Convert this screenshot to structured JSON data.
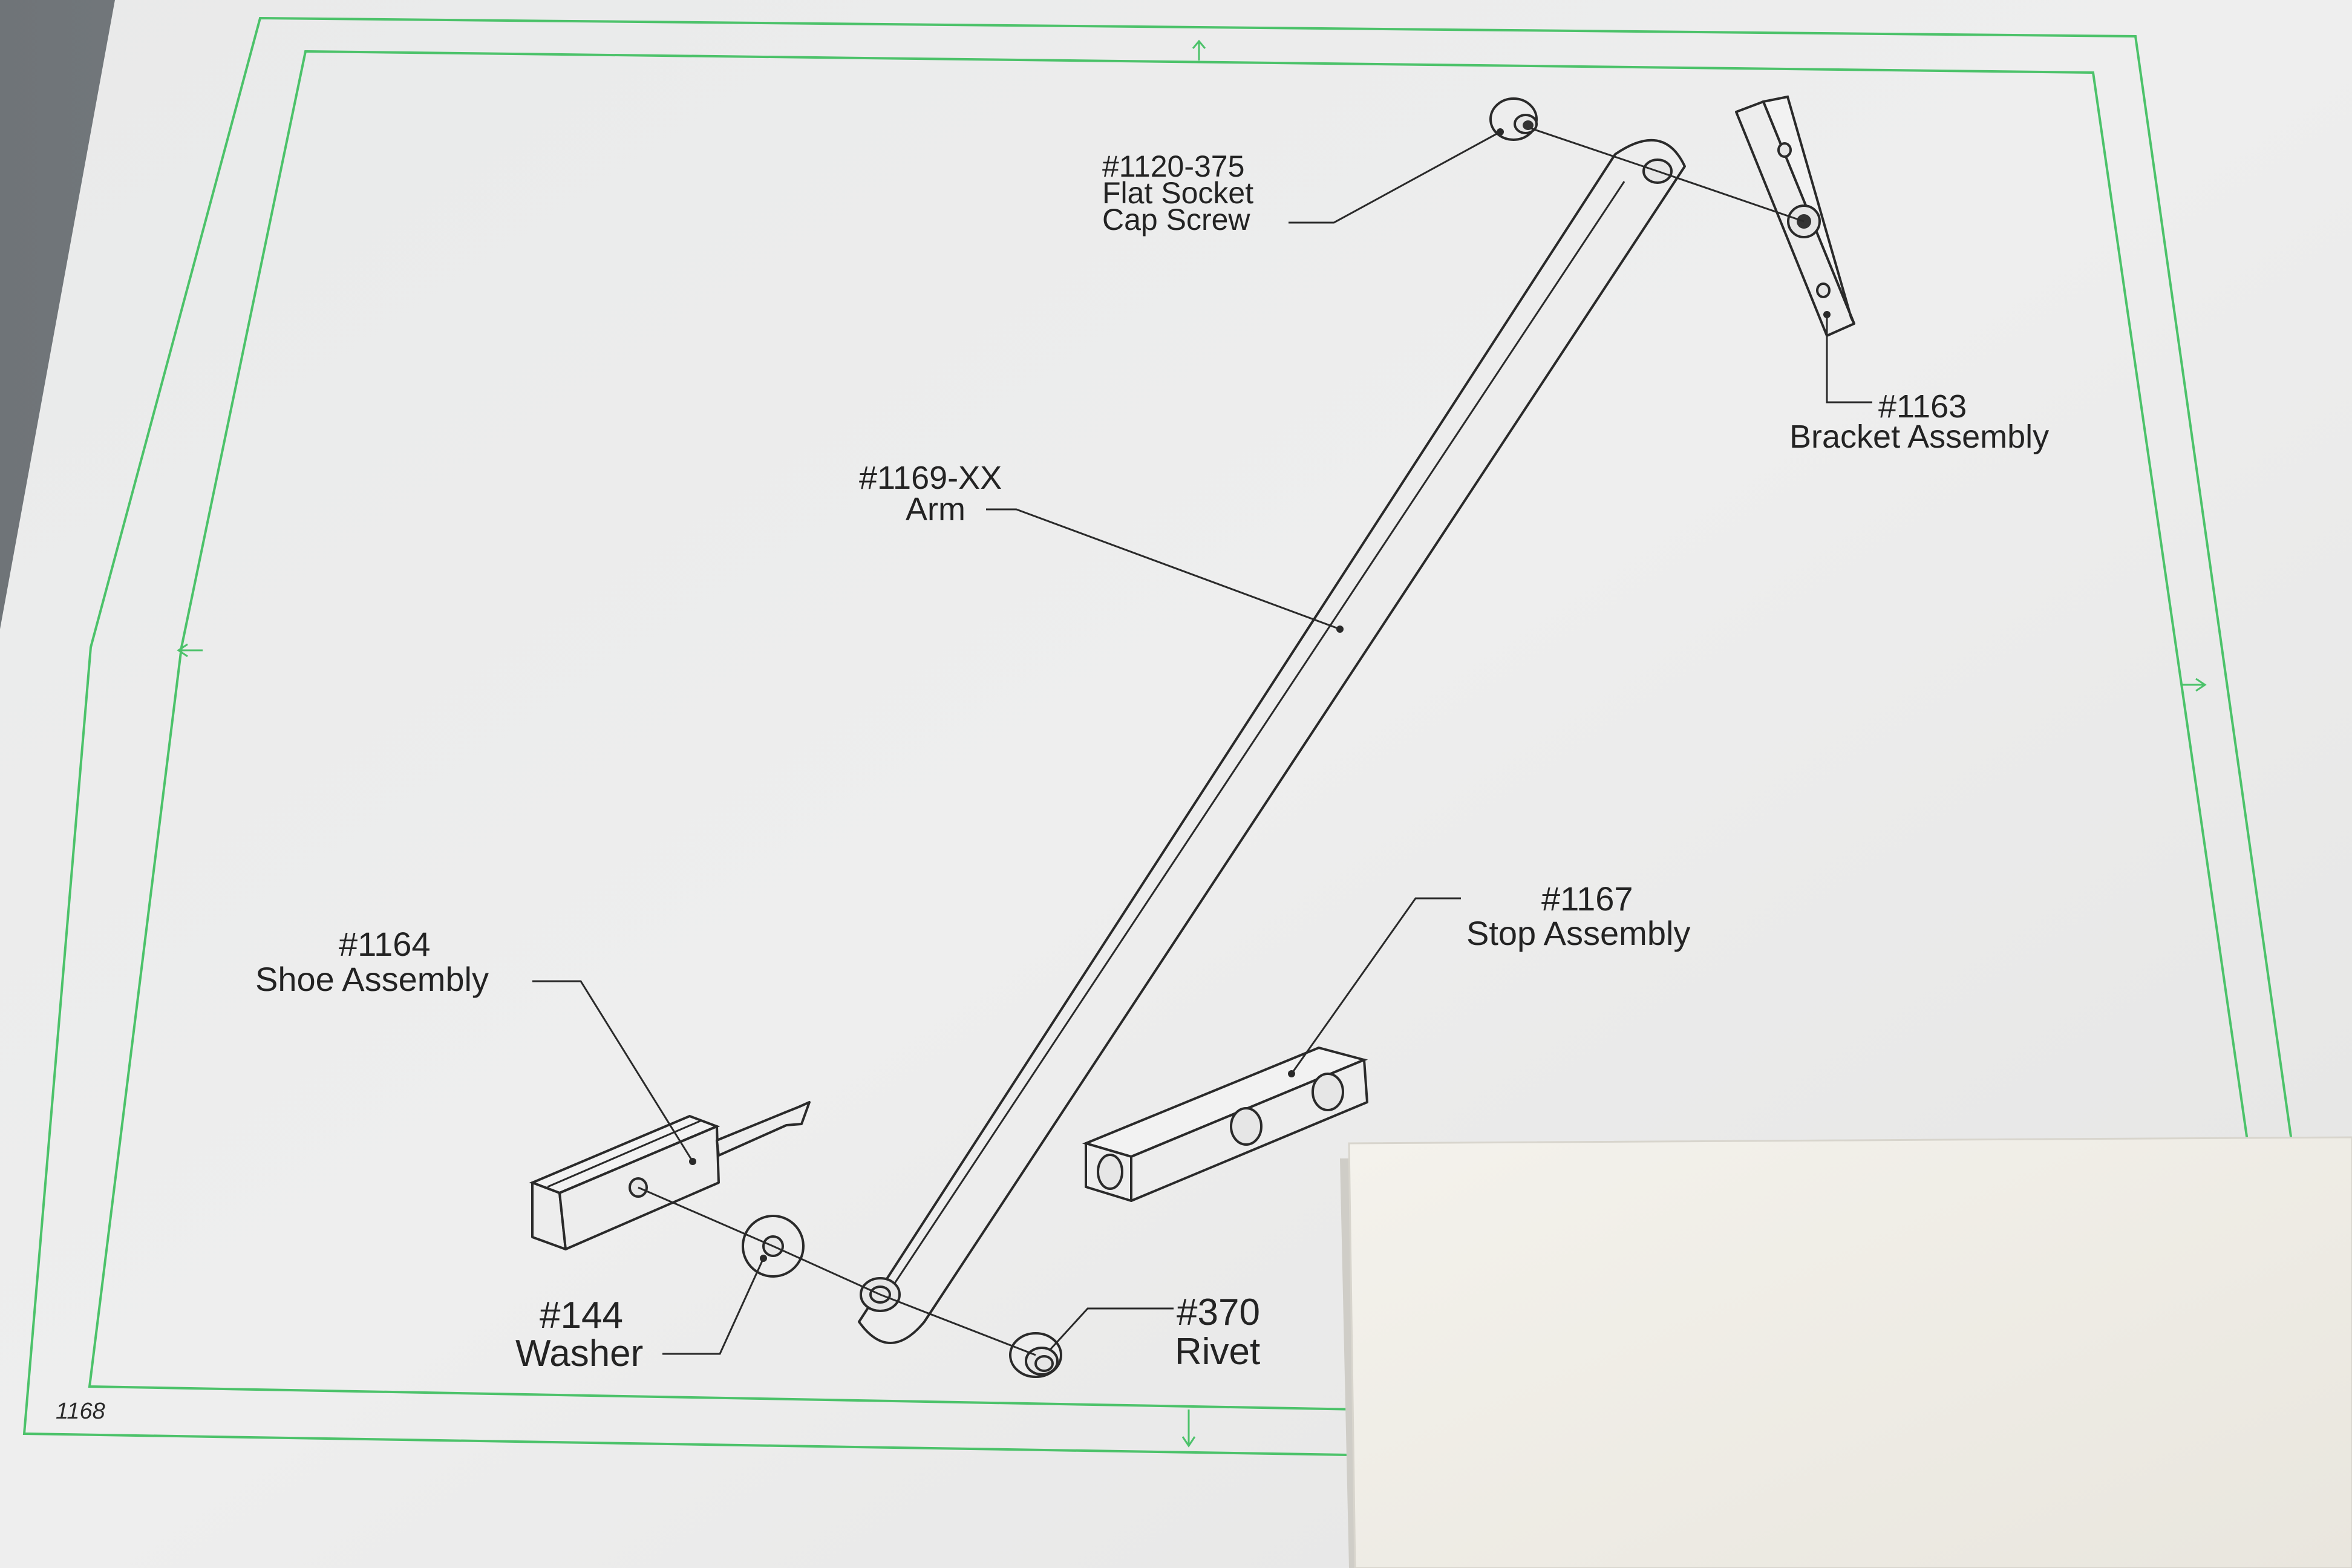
{
  "drawing": {
    "sheet_number": "1168",
    "colors": {
      "border_green": "#4cc26a",
      "line": "#2a2a2a",
      "paper": "#eeeeee",
      "overlay_paper": "#f1efe9",
      "background": "#8a8f93"
    },
    "callouts": {
      "cap_screw": {
        "number": "#1120-375",
        "line1": "Flat Socket",
        "line2": "Cap Screw"
      },
      "bracket": {
        "number": "#1163",
        "name": "Bracket Assembly"
      },
      "arm": {
        "number": "#1169-XX",
        "name": "Arm"
      },
      "stop": {
        "number": "#1167",
        "name": "Stop Assembly"
      },
      "shoe": {
        "number": "#1164",
        "name": "Shoe Assembly"
      },
      "washer": {
        "number": "#144",
        "name": "Washer"
      },
      "rivet": {
        "number": "#370",
        "name": "Rivet"
      }
    }
  }
}
